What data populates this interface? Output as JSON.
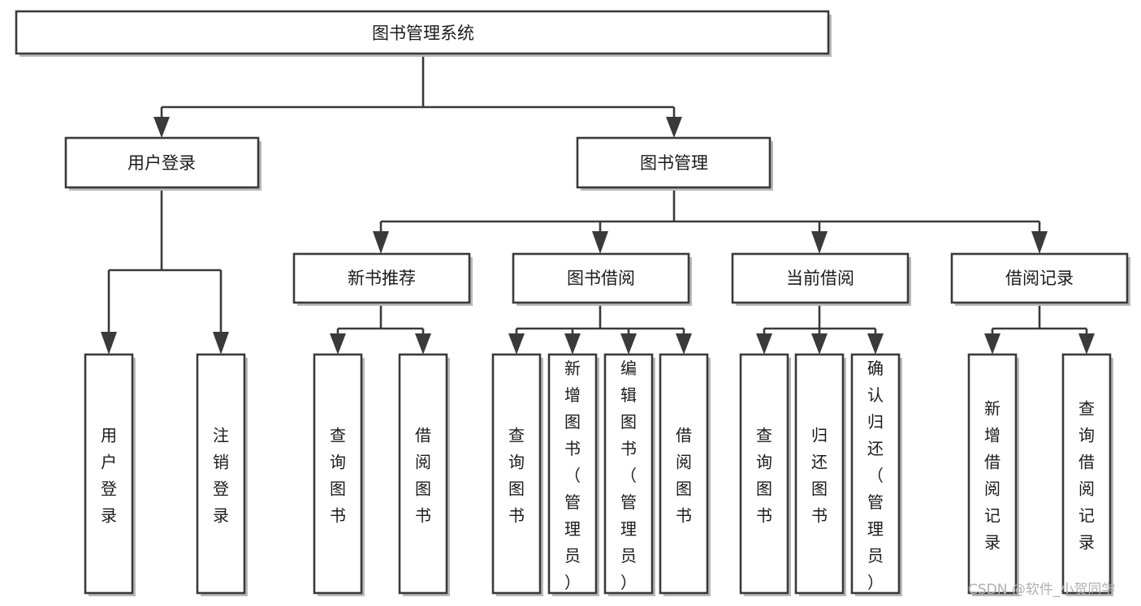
{
  "diagram": {
    "type": "tree-hierarchy-flowchart",
    "title": "图书管理系统",
    "orientation": "top-down",
    "watermark": "CSDN @软件_小贺同学",
    "colors": {
      "box_fill": "#ffffff",
      "box_stroke": "#3a3a3a",
      "connector": "#3a3a3a",
      "text": "#1b1b1b",
      "background": "#ffffff",
      "watermark": "#b0b0b0"
    },
    "root": {
      "id": "root",
      "label": "图书管理系统",
      "orientation": "horizontal"
    },
    "level1": [
      {
        "id": "user-login",
        "label": "用户登录",
        "orientation": "horizontal"
      },
      {
        "id": "book-management",
        "label": "图书管理",
        "orientation": "horizontal"
      }
    ],
    "level2": [
      {
        "id": "new-book-recommend",
        "label": "新书推荐",
        "parent": "book-management",
        "orientation": "horizontal"
      },
      {
        "id": "book-borrow",
        "label": "图书借阅",
        "parent": "book-management",
        "orientation": "horizontal"
      },
      {
        "id": "current-borrow",
        "label": "当前借阅",
        "parent": "book-management",
        "orientation": "horizontal"
      },
      {
        "id": "borrow-record",
        "label": "借阅记录",
        "parent": "book-management",
        "orientation": "horizontal"
      }
    ],
    "leaves": [
      {
        "id": "leaf-user-login",
        "label": "用户登录",
        "parent": "user-login",
        "orientation": "vertical"
      },
      {
        "id": "leaf-user-logout",
        "label": "注销登录",
        "parent": "user-login",
        "orientation": "vertical"
      },
      {
        "id": "leaf-query-book-rec",
        "label": "查询图书",
        "parent": "new-book-recommend",
        "orientation": "vertical"
      },
      {
        "id": "leaf-borrow-book-rec",
        "label": "借阅图书",
        "parent": "new-book-recommend",
        "orientation": "vertical"
      },
      {
        "id": "leaf-query-book-borrow",
        "label": "查询图书",
        "parent": "book-borrow",
        "orientation": "vertical"
      },
      {
        "id": "leaf-add-book-admin",
        "label": "新增图书（管理员）",
        "parent": "book-borrow",
        "orientation": "vertical"
      },
      {
        "id": "leaf-edit-book-admin",
        "label": "编辑图书（管理员）",
        "parent": "book-borrow",
        "orientation": "vertical"
      },
      {
        "id": "leaf-borrow-book",
        "label": "借阅图书",
        "parent": "book-borrow",
        "orientation": "vertical"
      },
      {
        "id": "leaf-query-book-current",
        "label": "查询图书",
        "parent": "current-borrow",
        "orientation": "vertical"
      },
      {
        "id": "leaf-return-book",
        "label": "归还图书",
        "parent": "current-borrow",
        "orientation": "vertical"
      },
      {
        "id": "leaf-confirm-return-admin",
        "label": "确认归还（管理员）",
        "parent": "current-borrow",
        "orientation": "vertical"
      },
      {
        "id": "leaf-add-borrow-record",
        "label": "新增借阅记录",
        "parent": "borrow-record",
        "orientation": "vertical"
      },
      {
        "id": "leaf-query-borrow-record",
        "label": "查询借阅记录",
        "parent": "borrow-record",
        "orientation": "vertical"
      }
    ]
  }
}
